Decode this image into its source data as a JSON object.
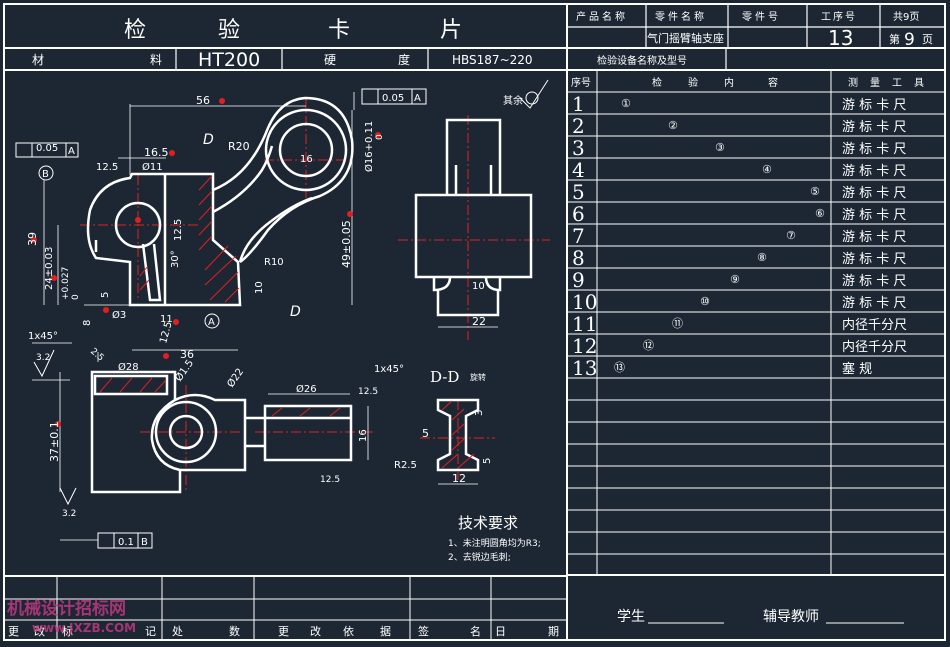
{
  "header": {
    "card_title": [
      "检",
      "验",
      "卡",
      "片"
    ],
    "product_name_label": "产品名称",
    "part_name_label": "零件名称",
    "part_no_label": "零件号",
    "process_no_label": "工序号",
    "total_pages": "共9页",
    "part_name": "气门摇臂轴支座",
    "process_no": "13",
    "page_prefix": "第",
    "page_no": "9",
    "page_suffix": "页",
    "material_label": [
      "材",
      "料"
    ],
    "material": "HT200",
    "hardness_label": [
      "硬",
      "度"
    ],
    "hardness": "HBS187~220",
    "equipment_label": "检验设备名称及型号"
  },
  "table": {
    "col_seq": "序号",
    "col_content": [
      "检",
      "验",
      "内",
      "容"
    ],
    "col_tool": [
      "测",
      "量",
      "工",
      "具"
    ],
    "rows": [
      {
        "no": "1",
        "mark": "①",
        "tool": "游 标 卡 尺"
      },
      {
        "no": "2",
        "mark": "②",
        "tool": "游 标 卡 尺"
      },
      {
        "no": "3",
        "mark": "③",
        "tool": "游 标 卡 尺"
      },
      {
        "no": "4",
        "mark": "④",
        "tool": "游 标 卡 尺"
      },
      {
        "no": "5",
        "mark": "⑤",
        "tool": "游 标 卡 尺"
      },
      {
        "no": "6",
        "mark": "⑥",
        "tool": "游 标 卡 尺"
      },
      {
        "no": "7",
        "mark": "⑦",
        "tool": "游 标 卡 尺"
      },
      {
        "no": "8",
        "mark": "⑧",
        "tool": "游 标 卡 尺"
      },
      {
        "no": "9",
        "mark": "⑨",
        "tool": "游 标 卡 尺"
      },
      {
        "no": "10",
        "mark": "⑩",
        "tool": "游 标 卡 尺"
      },
      {
        "no": "11",
        "mark": "⑪",
        "tool": "内径千分尺"
      },
      {
        "no": "12",
        "mark": "⑫",
        "tool": "内径千分尺"
      },
      {
        "no": "13",
        "mark": "⑬",
        "tool": "塞 规"
      }
    ]
  },
  "signature": {
    "student": "学生",
    "teacher": "辅导教师"
  },
  "revision_footer": [
    "更",
    "改",
    "标",
    "记",
    "处",
    "数",
    "更",
    "改",
    "依",
    "据",
    "签",
    "名",
    "日",
    "期"
  ],
  "watermark": {
    "cn": "机械设计招标网",
    "url": "www.JXZB.COM"
  },
  "drawing": {
    "remaining_roughness": "其余",
    "tech_title": "技术要求",
    "tech_notes": [
      "1、未注明圆角均为R3;",
      "2、去锐边毛刺;"
    ],
    "section_label": "D-D",
    "section_sub": "旋转",
    "datum_a": "A",
    "datum_b": "B",
    "dims": {
      "d56": "56",
      "d165": "16.5",
      "d11": "Ø11",
      "r20": "R20",
      "d16tol": "Ø16+0.11",
      "d16zero": "0",
      "r125a": "12.5",
      "d49": "49±0.05",
      "d39": "39",
      "d24": "24±0.03",
      "d0027": "+0.027",
      "d0": "0",
      "d5": "5",
      "d8": "8",
      "d3": "Ø3",
      "d11b": "11",
      "d125b": "12.5",
      "d10": "10",
      "r10": "R10",
      "d36": "36",
      "d30": "30°",
      "d16": "16",
      "d32": "3.2",
      "d32b": "3.2",
      "c145": "1x45°",
      "c145b": "1x45°",
      "d25": "2.5",
      "d28": "Ø28",
      "d15": "Ø1.5",
      "d22c": "Ø22",
      "d26": "Ø26",
      "d125c": "12.5",
      "d16b": "16",
      "d125d": "12.5",
      "d37": "37±0.1",
      "tol01": "0.1",
      "tol005": "0.05",
      "tol005b": "0.05",
      "d10b": "10",
      "d22": "22",
      "d5b": "5",
      "r25": "R2.5",
      "d12": "12",
      "d3b": "3",
      "d5c": "5",
      "view_d": "D",
      "view_d2": "D"
    }
  }
}
